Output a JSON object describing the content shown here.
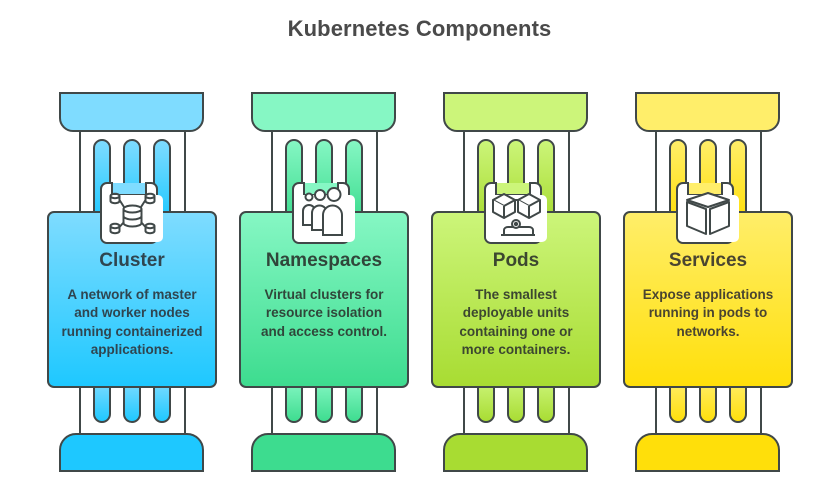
{
  "title": "Kubernetes Components",
  "stroke_color": "#404848",
  "pillars": [
    {
      "id": "cluster",
      "title": "Cluster",
      "description": "A network of master and worker nodes running containerized applications.",
      "icon": "database-network-icon",
      "color_light": "#7fdcff",
      "color_dark": "#1ec8ff",
      "text_color": "#2f4550"
    },
    {
      "id": "namespaces",
      "title": "Namespaces",
      "description": "Virtual clusters for resource isolation and access control.",
      "icon": "people-group-icon",
      "color_light": "#86f7c4",
      "color_dark": "#3ddc8f",
      "text_color": "#30463a"
    },
    {
      "id": "pods",
      "title": "Pods",
      "description": "The smallest deployable units containing one or more containers.",
      "icon": "containers-cubes-icon",
      "color_light": "#ccf57a",
      "color_dark": "#a8dc32",
      "text_color": "#3c4730"
    },
    {
      "id": "services",
      "title": "Services",
      "description": "Expose applications running in pods to networks.",
      "icon": "box-cube-icon",
      "color_light": "#ffee6a",
      "color_dark": "#ffdf0a",
      "text_color": "#4a4530"
    }
  ]
}
